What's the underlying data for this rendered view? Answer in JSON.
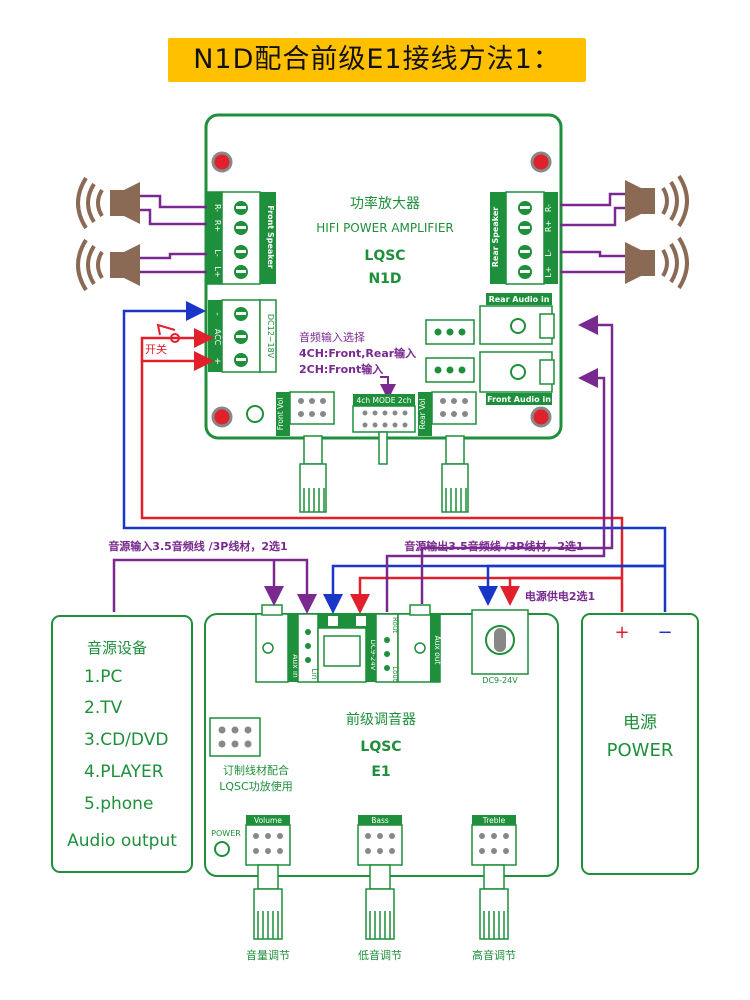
{
  "title": "N1D配合前级E1接线方法1：",
  "amp": {
    "name_cn": "功率放大器",
    "name_en": "HIFI POWER AMPLIFIER",
    "brand": "LQSC",
    "model": "N1D",
    "front_speaker": "Front Speaker",
    "rear_speaker": "Rear Speaker",
    "r_minus": "R-",
    "r_plus": "R+",
    "l_minus": "L-",
    "l_plus": "L+",
    "power_terminal": "DC12~18V",
    "minus": "-",
    "acc": "ACC",
    "plus": "+",
    "switch_label": "开关",
    "input_select_title": "音频输入选择",
    "mode_4ch": "4CH:Front,Rear输入",
    "mode_2ch": "2CH:Front输入",
    "mode_switch": "4ch MODE 2ch",
    "rear_audio_in": "Rear Audio in",
    "front_audio_in": "Front Audio in",
    "front_vol": "Front Vol",
    "rear_vol": "Rear Vol"
  },
  "wires": {
    "input_note": "音源输入3.5音频线 /3P线材，2选1",
    "output_note": "音源输出3.5音频线 /3P线材，2选1",
    "power_note": "电源供电2选1"
  },
  "source": {
    "title": "音源设备",
    "items": [
      "1.PC",
      "2.TV",
      "3.CD/DVD",
      "4.PLAYER",
      "5.phone"
    ],
    "output": "Audio output"
  },
  "pre": {
    "name_cn": "前级调音器",
    "brand": "LQSC",
    "model": "E1",
    "aux_in": "Aux in",
    "lin": "Lin",
    "dc_left": "DC9-24V",
    "rout": "Rout",
    "lout": "Lout",
    "aux_out": "Aux out",
    "dc_right": "DC9-24V",
    "custom_note_1": "订制线材配合",
    "custom_note_2": "LQSC功放使用",
    "power_led": "POWER",
    "volume": "Volume",
    "bass": "Bass",
    "treble": "Treble",
    "volume_cn": "音量调节",
    "bass_cn": "低音调节",
    "treble_cn": "高音调节"
  },
  "power_supply": {
    "plus": "+",
    "minus": "−",
    "name_cn": "电源",
    "name_en": "POWER"
  }
}
